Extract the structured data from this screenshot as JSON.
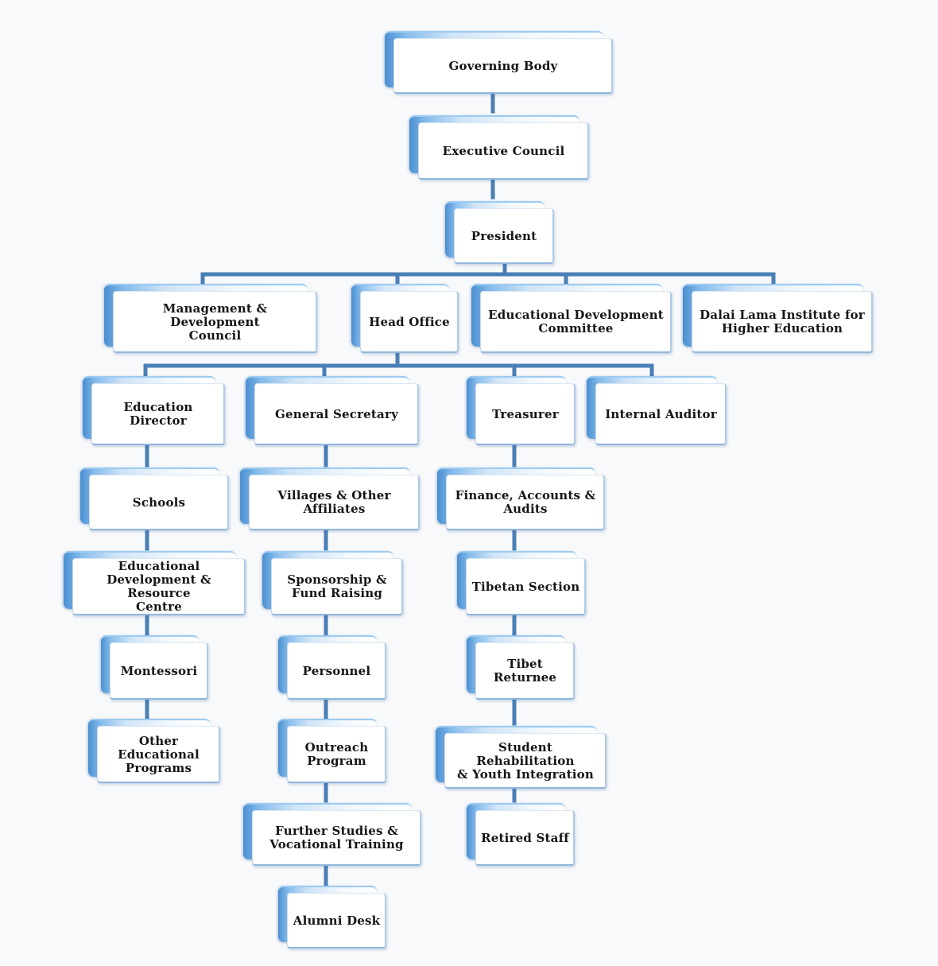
{
  "nodes": {
    "governing_body": "Governing Body",
    "executive_council": "Executive Council",
    "president": "President",
    "management_council": "Management & Development\nCouncil",
    "head_office": "Head Office",
    "edu_dev_committee": "Educational Development\nCommittee",
    "dalai_lama_institute": "Dalai Lama Institute for\nHigher Education",
    "education_director": "Education Director",
    "general_secretary": "General  Secretary",
    "treasurer": "Treasurer",
    "internal_auditor": "Internal Auditor",
    "schools": "Schools",
    "edu_resource_centre": "Educational\nDevelopment & Resource\nCentre",
    "montessori": "Montessori",
    "other_programs": "Other\nEducational\nPrograms",
    "villages": "Villages & Other Affiliates",
    "sponsorship": "Sponsorship &\nFund Raising",
    "personnel": "Personnel",
    "outreach": "Outreach\nProgram",
    "further_studies": "Further Studies &\nVocational Training",
    "alumni_desk": "Alumni Desk",
    "finance": "Finance, Accounts &\nAudits",
    "tibetan_section": "Tibetan Section",
    "tibet_returnee": "Tibet\nReturnee",
    "student_rehab": "Student Rehabilitation\n& Youth Integration",
    "retired_staff": "Retired Staff"
  },
  "colors": {
    "connector": "#4a7fb5",
    "accent": "#4a8fd1",
    "background": "#f8f9fb"
  }
}
